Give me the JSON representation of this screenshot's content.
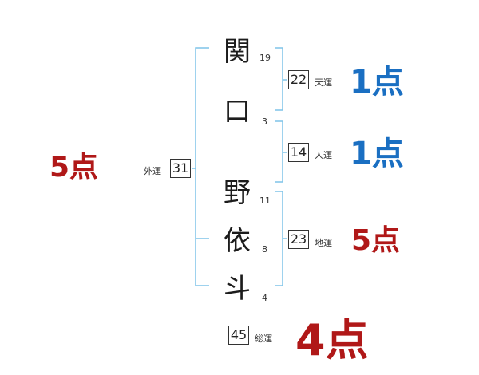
{
  "colors": {
    "bracket": "#7fc4e8",
    "blue_score": "#1a6fc2",
    "red_score": "#b01818",
    "text": "#222222"
  },
  "name_chars": [
    {
      "char": "関",
      "strokes": "19"
    },
    {
      "char": "口",
      "strokes": "3"
    },
    {
      "char": "野",
      "strokes": "11"
    },
    {
      "char": "依",
      "strokes": "8"
    },
    {
      "char": "斗",
      "strokes": "4"
    }
  ],
  "fortunes": {
    "tenkaku": {
      "value": "22",
      "label": "天運",
      "score": "1点"
    },
    "jinkaku": {
      "value": "14",
      "label": "人運",
      "score": "1点"
    },
    "chikaku": {
      "value": "23",
      "label": "地運",
      "score": "5点"
    },
    "gaikaku": {
      "value": "31",
      "label": "外運",
      "score": "5点"
    },
    "soukaku": {
      "value": "45",
      "label": "総運",
      "score": "4点"
    }
  }
}
